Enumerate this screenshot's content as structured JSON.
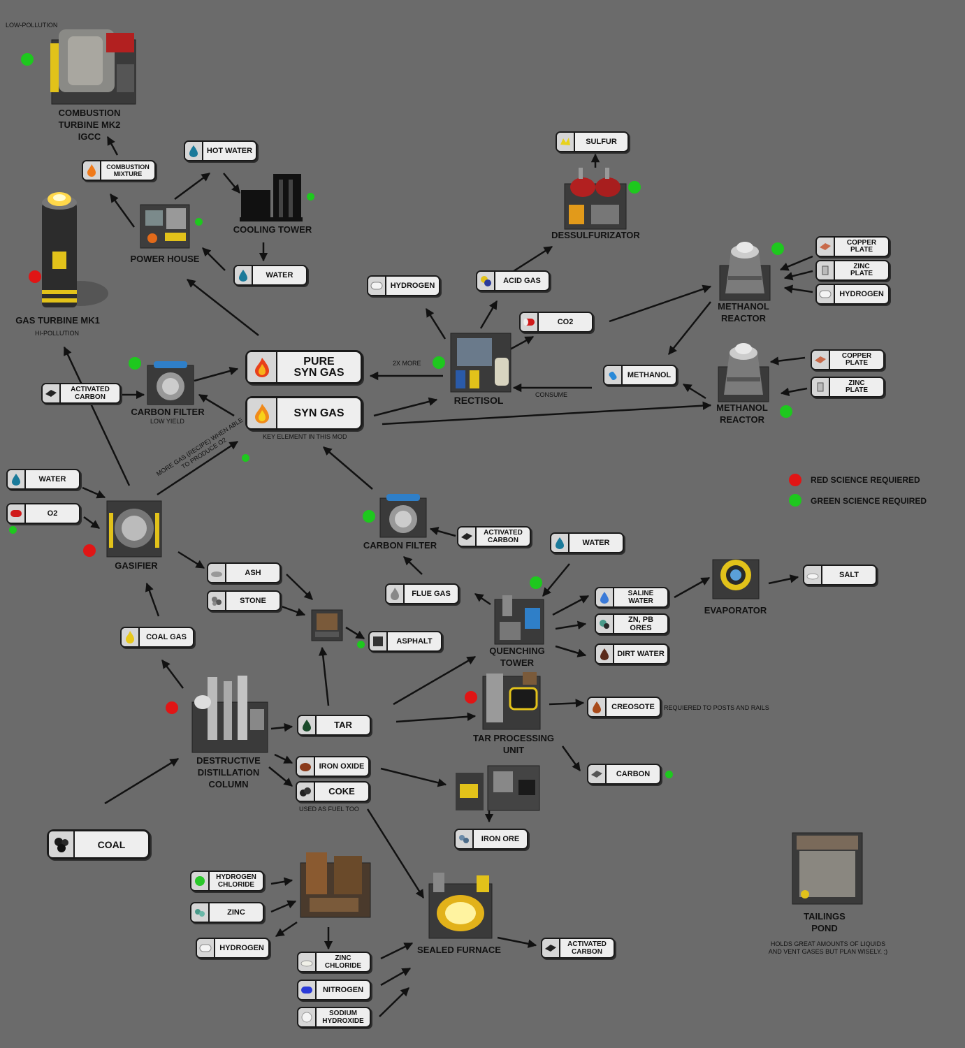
{
  "machines": {
    "combustion_turbine": "COMBUSTION\nTURBINE MK2\nIGCC",
    "gas_turbine": "GAS TURBINE MK1",
    "power_house": "POWER HOUSE",
    "cooling_tower": "COOLING TOWER",
    "desulfurizator": "DESSULFURIZATOR",
    "methanol_reactor_1": "METHANOL\nREACTOR",
    "methanol_reactor_2": "METHANOL\nREACTOR",
    "rectisol": "RECTISOL",
    "carbon_filter_1": "CARBON FILTER",
    "carbon_filter_2": "CARBON FILTER",
    "gasifier": "GASIFIER",
    "evaporator": "EVAPORATOR",
    "quenching_tower": "QUENCHING\nTOWER",
    "tar_processing": "TAR PROCESSING\nUNIT",
    "destructive_distillation": "DESTRUCTIVE\nDISTILLATION\nCOLUMN",
    "sealed_furnace": "SEALED FURNACE",
    "tailings_pond": "TAILINGS\nPOND"
  },
  "notes": {
    "low_pollution": "LOW-POLLUTION",
    "hi_pollution": "HI-POLLUTION",
    "low_yield": "LOW YIELD",
    "two_x_more": "2X MORE",
    "consume": "CONSUME",
    "key_element": "KEY ELEMENT IN THIS MOD",
    "more_gas": "MORE GAS (RECIPE) WHEN ABLE\nTO PRODUCE O2",
    "creosote_note": "REQUIERED TO POSTS AND RAILS",
    "coke_note": "USED AS FUEL TOO",
    "tailings_note": "HOLDS GREAT AMOUNTS OF LIQUIDS\nAND VENT GASES BUT PLAN WISELY. ;)"
  },
  "items": {
    "hot_water": "HOT WATER",
    "combustion_mixture": "COMBUSTION\nMIXTURE",
    "water_power": "WATER",
    "sulfur": "SULFUR",
    "copper_plate_1": "COPPER\nPLATE",
    "zinc_plate_1": "ZINC\nPLATE",
    "hydrogen_mr": "HYDROGEN",
    "copper_plate_2": "COPPER\nPLATE",
    "zinc_plate_2": "ZINC\nPLATE",
    "hydrogen_rect": "HYDROGEN",
    "acid_gas": "ACID GAS",
    "co2": "CO2",
    "methanol": "METHANOL",
    "pure_syn_gas": "PURE\nSYN GAS",
    "syn_gas": "SYN GAS",
    "activated_carbon_1": "ACTIVATED\nCARBON",
    "water_gasifier": "WATER",
    "o2": "O2",
    "activated_carbon_2": "ACTIVATED\nCARBON",
    "water_quench": "WATER",
    "salt": "SALT",
    "ash": "ASH",
    "stone": "STONE",
    "flue_gas": "FLUE GAS",
    "saline_water": "SALINE\nWATER",
    "zn_pb_ores": "ZN, PB ORES",
    "dirt_water": "DIRT WATER",
    "asphalt": "ASPHALT",
    "coal_gas": "COAL GAS",
    "creosote": "CREOSOTE",
    "tar": "TAR",
    "iron_oxide": "IRON OXIDE",
    "coke": "COKE",
    "carbon": "CARBON",
    "iron_ore": "IRON ORE",
    "coal": "COAL",
    "hydrogen_chloride": "HYDROGEN\nCHLORIDE",
    "zinc": "ZINC",
    "hydrogen_out": "HYDROGEN",
    "zinc_chloride": "ZINC\nCHLORIDE",
    "nitrogen": "NITROGEN",
    "sodium_hydroxide": "SODIUM\nHYDROXIDE",
    "activated_carbon_3": "ACTIVATED\nCARBON"
  },
  "legend": {
    "red": "RED SCIENCE REQUIERED",
    "green": "GREEN SCIENCE REQUIRED"
  },
  "colors": {
    "background": "#6b6b6b",
    "green_science": "#1ec81e",
    "red_science": "#e01515"
  }
}
